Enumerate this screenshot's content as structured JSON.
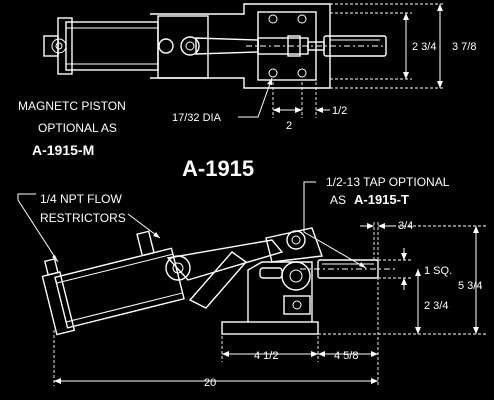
{
  "title": "A-1915",
  "notes": {
    "magnet_line1": "MAGNETC PISTON",
    "magnet_line2": "OPTIONAL AS",
    "magnet_model": "A-1915-M",
    "flow_line1": "1/4 NPT FLOW",
    "flow_line2": "RESTRICTORS",
    "tap_line1": "1/2-13 TAP OPTIONAL",
    "tap_prefix": "AS",
    "tap_model": "A-1915-T"
  },
  "dimensions": {
    "top_height_inner": "2 3/4",
    "top_height_outer": "3 7/8",
    "hole_dia": "17/32 DIA",
    "hole_spacing": "2",
    "hole_offset": "1/2",
    "tip_offset": "3/4",
    "bar_square": "1 SQ.",
    "overall_height": "5 3/4",
    "base_height": "2 3/4",
    "base_left": "4 1/2",
    "base_right": "4 5/8",
    "overall_length": "20"
  }
}
